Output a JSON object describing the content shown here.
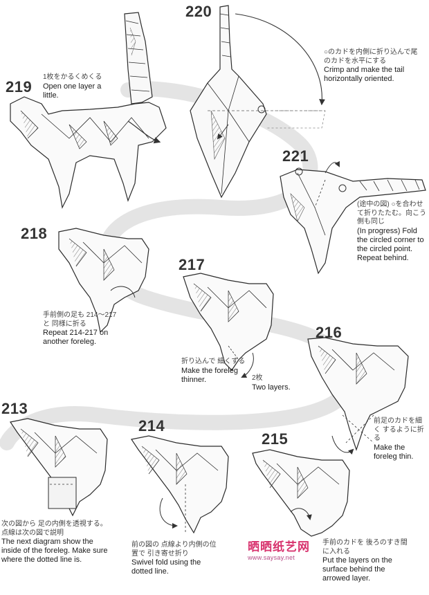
{
  "steps": [
    {
      "id": "219",
      "number": "219",
      "jp": "1枚をかるくめくる",
      "en": "Open one layer a little."
    },
    {
      "id": "220",
      "number": "220",
      "jp": "○のカドを内側に折り込んで尾のカドを水平にする",
      "en": "Crimp and make the tail horizontally oriented."
    },
    {
      "id": "221",
      "number": "221",
      "jp": "(途中の図) ○を合わせて折りたたむ。向こう側も同じ",
      "en": "(In progress) Fold the circled corner to the circled point. Repeat behind."
    },
    {
      "id": "218",
      "number": "218",
      "jp": "手前側の足も 214〜217と 同様に折る",
      "en": "Repeat 214-217 on another foreleg."
    },
    {
      "id": "217",
      "number": "217",
      "jp": "折り込んで 細くする",
      "en": "Make the foreleg thinner.",
      "extra_jp": "2枚",
      "extra_en": "Two layers."
    },
    {
      "id": "216",
      "number": "216",
      "jp": "前足のカドを細く するように折る",
      "en": "Make the foreleg thin."
    },
    {
      "id": "213",
      "number": "213",
      "jp": "次の図から 足の内側を透視する。 点線は次の図で説明",
      "en": "The next diagram show the inside of the foreleg. Make sure where the dotted line is."
    },
    {
      "id": "214",
      "number": "214",
      "jp": "前の図の 点線より内側の位置で 引き寄せ折り",
      "en": "Swivel fold using the dotted line."
    },
    {
      "id": "215",
      "number": "215",
      "jp": "手前のカドを 後ろのすき間に入れる",
      "en": "Put the layers on the surface behind the arrowed layer."
    }
  ],
  "watermark": {
    "cn": "晒晒纸艺网",
    "url": "www.saysay.net"
  },
  "colors": {
    "ink": "#2b2b2b",
    "accent": "#d8336e",
    "guide": "#e2e2e2"
  }
}
